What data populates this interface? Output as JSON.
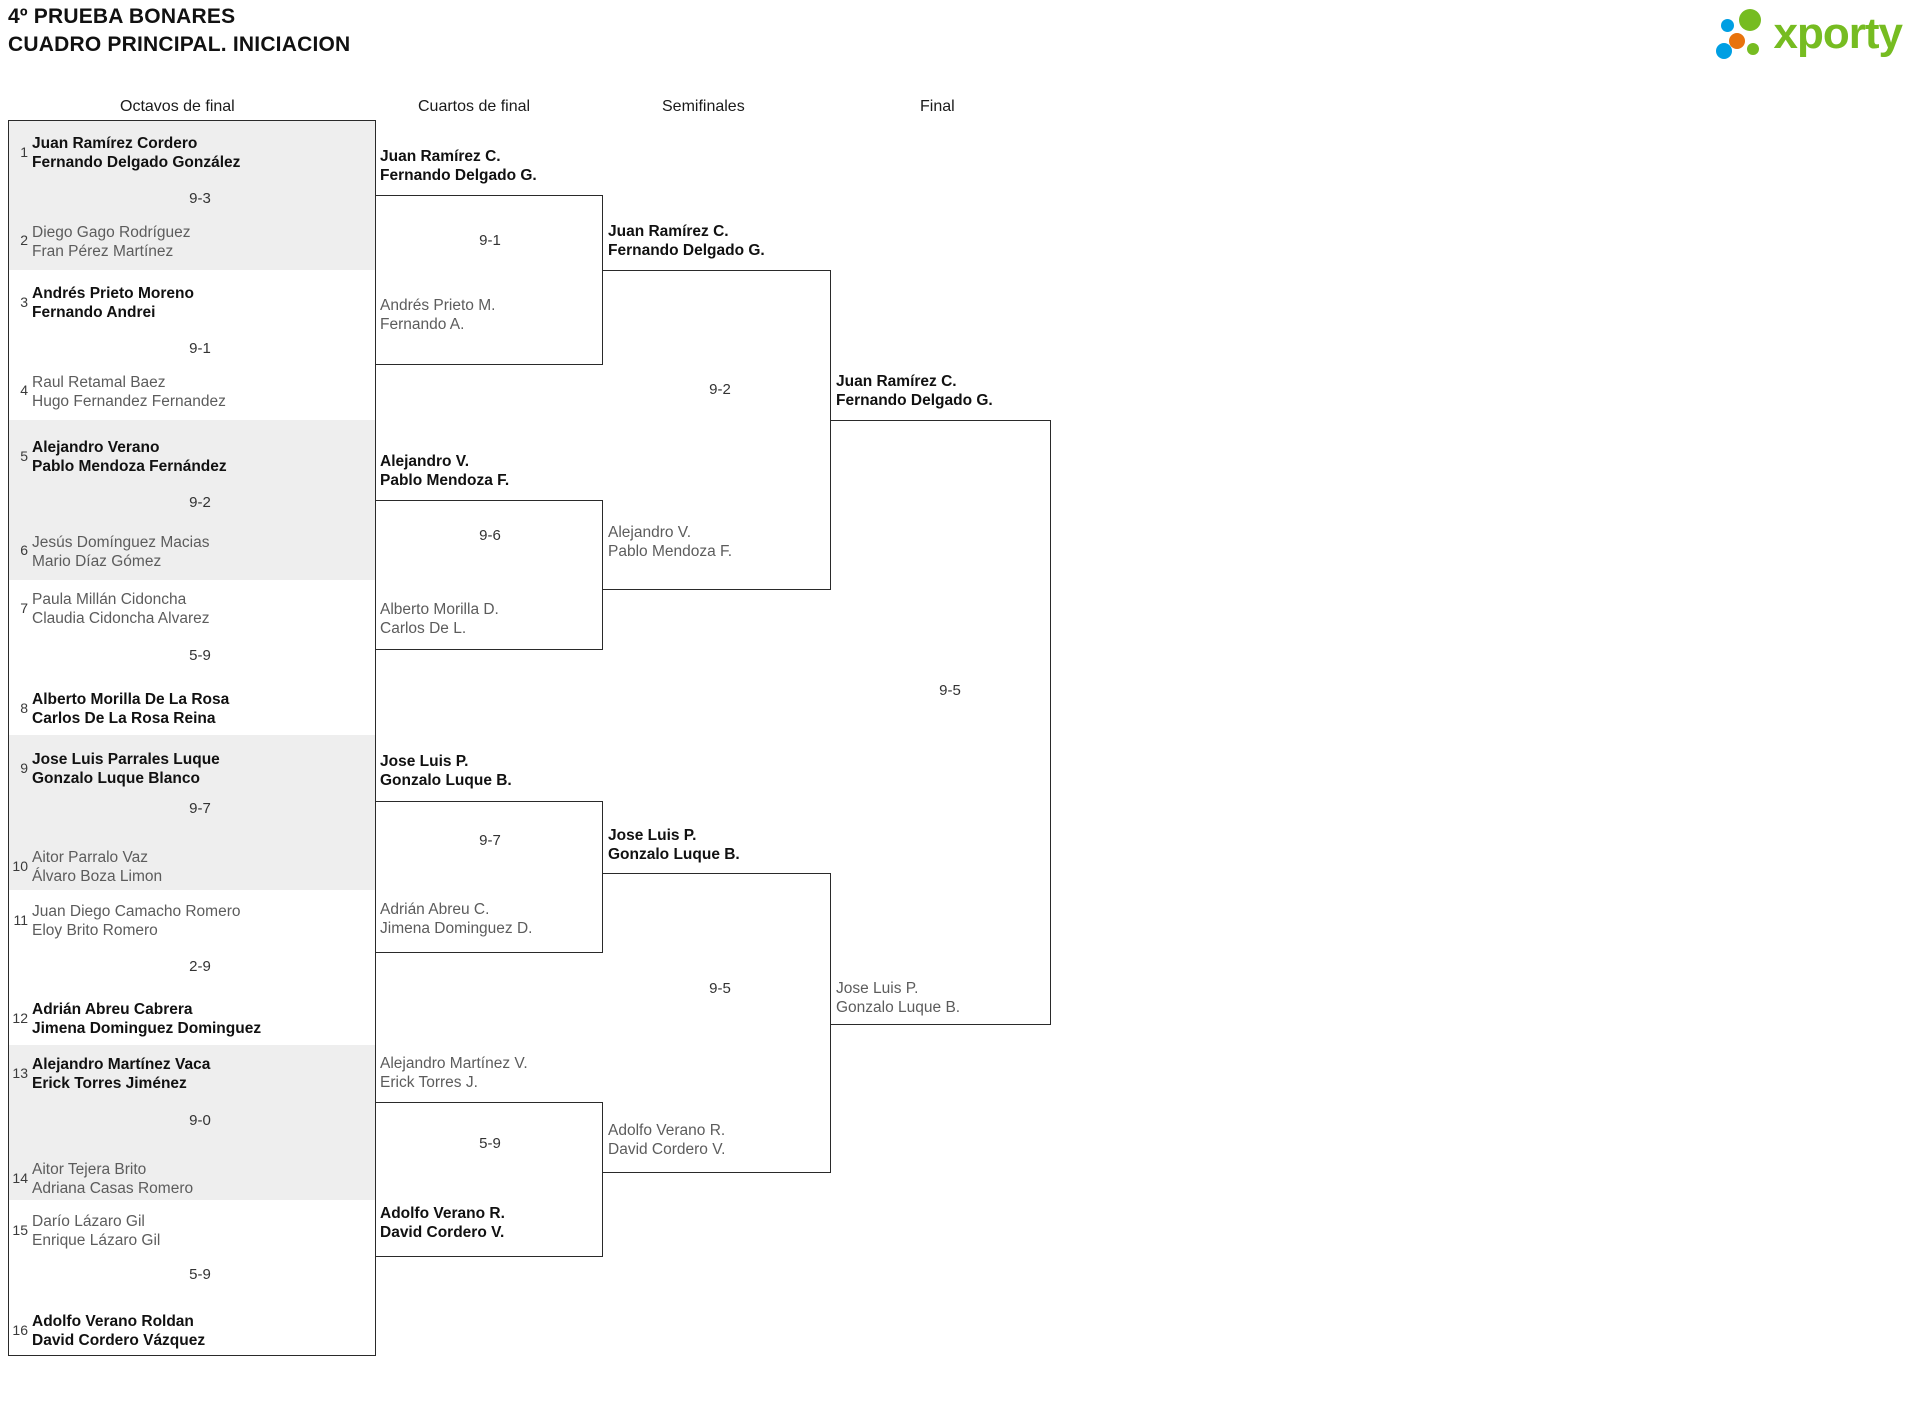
{
  "header": {
    "title_line1": "4º PRUEBA BONARES",
    "title_line2": "CUADRO PRINCIPAL. INICIACION",
    "logo_text": "xporty",
    "logo_colors": {
      "green": "#76bc21",
      "blue": "#009fe3",
      "orange": "#e8730c"
    }
  },
  "rounds": [
    {
      "label": "Octavos de final"
    },
    {
      "label": "Cuartos de final"
    },
    {
      "label": "Semifinales"
    },
    {
      "label": "Final"
    }
  ],
  "round1": {
    "entries": [
      {
        "seed": "1",
        "p1": "Juan Ramírez Cordero",
        "p2": "Fernando Delgado González",
        "winner": true
      },
      {
        "seed": "2",
        "p1": "Diego Gago Rodríguez",
        "p2": "Fran Pérez Martínez",
        "winner": false
      },
      {
        "seed": "3",
        "p1": "Andrés Prieto Moreno",
        "p2": "Fernando Andrei",
        "winner": true
      },
      {
        "seed": "4",
        "p1": "Raul Retamal Baez",
        "p2": "Hugo Fernandez Fernandez",
        "winner": false
      },
      {
        "seed": "5",
        "p1": "Alejandro Verano",
        "p2": "Pablo Mendoza Fernández",
        "winner": true
      },
      {
        "seed": "6",
        "p1": "Jesús Domínguez Macias",
        "p2": "Mario Díaz Gómez",
        "winner": false
      },
      {
        "seed": "7",
        "p1": "Paula Millán Cidoncha",
        "p2": "Claudia Cidoncha Alvarez",
        "winner": false
      },
      {
        "seed": "8",
        "p1": "Alberto Morilla De La Rosa",
        "p2": "Carlos De La Rosa Reina",
        "winner": true
      },
      {
        "seed": "9",
        "p1": "Jose Luis Parrales Luque",
        "p2": "Gonzalo Luque Blanco",
        "winner": true
      },
      {
        "seed": "10",
        "p1": "Aitor Parralo Vaz",
        "p2": "Álvaro Boza Limon",
        "winner": false
      },
      {
        "seed": "11",
        "p1": "Juan Diego Camacho Romero",
        "p2": "Eloy Brito Romero",
        "winner": false
      },
      {
        "seed": "12",
        "p1": "Adrián Abreu Cabrera",
        "p2": "Jimena Dominguez Dominguez",
        "winner": true
      },
      {
        "seed": "13",
        "p1": "Alejandro Martínez Vaca",
        "p2": "Erick Torres Jiménez",
        "winner": true
      },
      {
        "seed": "14",
        "p1": "Aitor Tejera Brito",
        "p2": "Adriana Casas Romero",
        "winner": false
      },
      {
        "seed": "15",
        "p1": "Darío Lázaro Gil",
        "p2": "Enrique Lázaro Gil",
        "winner": false
      },
      {
        "seed": "16",
        "p1": "Adolfo Verano Roldan",
        "p2": "David Cordero Vázquez",
        "winner": true
      }
    ],
    "scores": [
      "9-3",
      "9-1",
      "9-2",
      "5-9",
      "9-7",
      "2-9",
      "9-0",
      "5-9"
    ]
  },
  "round2": {
    "entries": [
      {
        "p1": "Juan Ramírez C.",
        "p2": "Fernando Delgado G.",
        "winner": true
      },
      {
        "p1": "Andrés Prieto M.",
        "p2": "Fernando A.",
        "winner": false
      },
      {
        "p1": "Alejandro V.",
        "p2": "Pablo Mendoza F.",
        "winner": true
      },
      {
        "p1": "Alberto Morilla D.",
        "p2": "Carlos De L.",
        "winner": false
      },
      {
        "p1": "Jose Luis P.",
        "p2": "Gonzalo Luque B.",
        "winner": true
      },
      {
        "p1": "Adrián Abreu C.",
        "p2": "Jimena Dominguez D.",
        "winner": false
      },
      {
        "p1": "Alejandro Martínez V.",
        "p2": "Erick Torres J.",
        "winner": false
      },
      {
        "p1": "Adolfo Verano R.",
        "p2": "David Cordero V.",
        "winner": true
      }
    ],
    "scores": [
      "9-1",
      "9-6",
      "9-7",
      "5-9"
    ]
  },
  "round3": {
    "entries": [
      {
        "p1": "Juan Ramírez C.",
        "p2": "Fernando Delgado G.",
        "winner": true
      },
      {
        "p1": "Alejandro V.",
        "p2": "Pablo Mendoza F.",
        "winner": false
      },
      {
        "p1": "Jose Luis P.",
        "p2": "Gonzalo Luque B.",
        "winner": true
      },
      {
        "p1": "Adolfo Verano R.",
        "p2": "David Cordero V.",
        "winner": false
      }
    ],
    "scores": [
      "9-2",
      "9-5"
    ]
  },
  "round4": {
    "entries": [
      {
        "p1": "Juan Ramírez C.",
        "p2": "Fernando Delgado G.",
        "winner": true
      },
      {
        "p1": "Jose Luis P.",
        "p2": "Gonzalo Luque B.",
        "winner": false
      }
    ],
    "scores": [
      "9-5"
    ]
  }
}
